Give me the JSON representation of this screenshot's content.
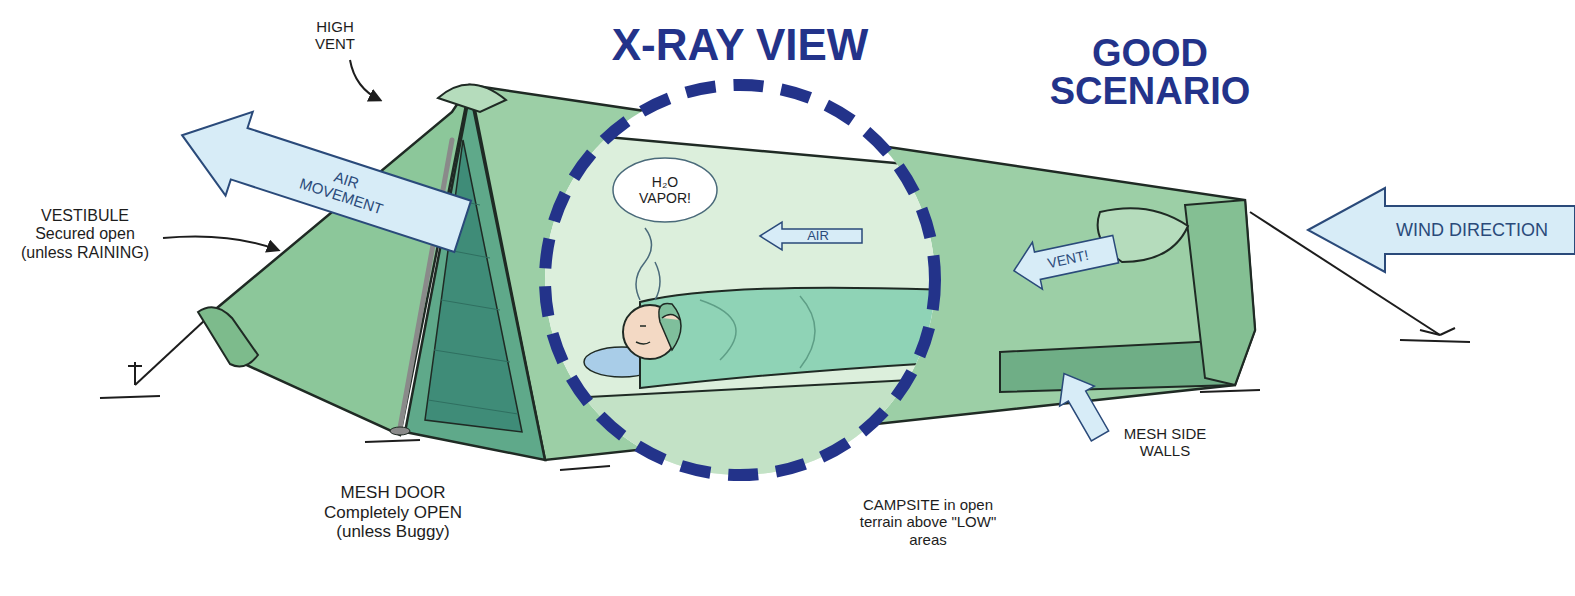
{
  "diagram": {
    "title": "GOOD SCENARIO",
    "labels": [
      "HIGH VENT",
      "X-RAY VIEW",
      "AIR MOVEMENT",
      "VESTIBULE Secured open (unless RAINING)",
      "H₂O VAPOR!",
      "AIR",
      "VENT!",
      "WIND DIRECTION",
      "MESH DOOR Completely OPEN (unless Buggy)",
      "MESH SIDE WALLS",
      "CAMPSITE in open terrain above \"LOW\" areas"
    ]
  }
}
